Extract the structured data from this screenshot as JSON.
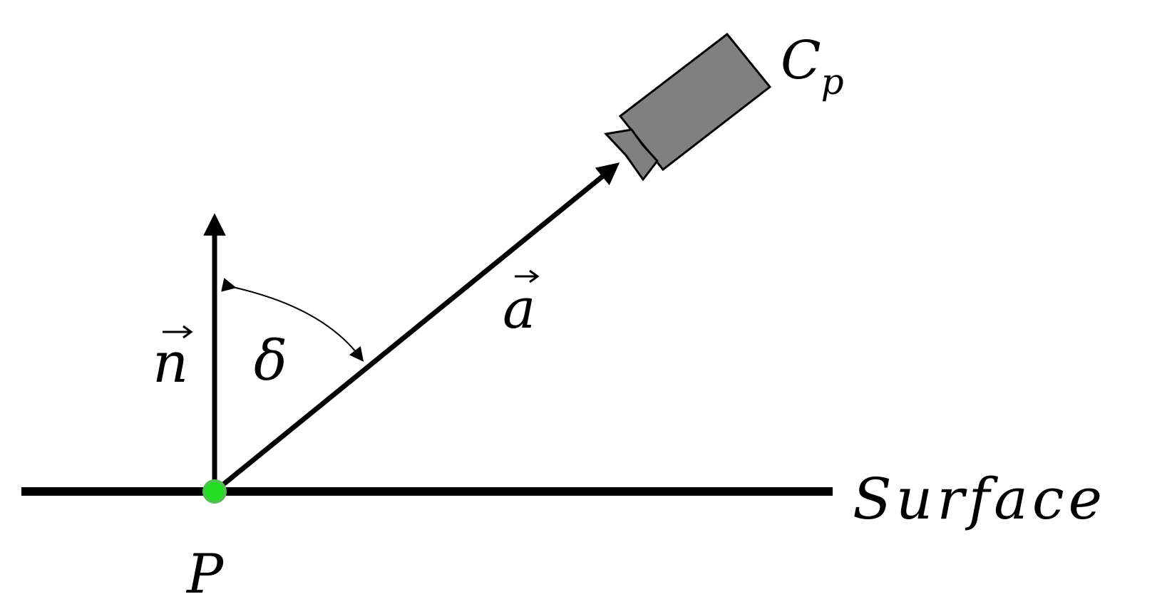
{
  "diagram": {
    "labels": {
      "camera": "C",
      "camera_subscript": "p",
      "vector_a": "a",
      "vector_n": "n",
      "angle": "δ",
      "point": "P",
      "surface": "Surface"
    },
    "colors": {
      "line": "#000000",
      "camera_body": "#808080",
      "point": "#22dd22",
      "point_outline": "#55bb55",
      "background": "#ffffff"
    },
    "icons": {
      "camera": "camera-icon",
      "point": "point-marker"
    }
  }
}
